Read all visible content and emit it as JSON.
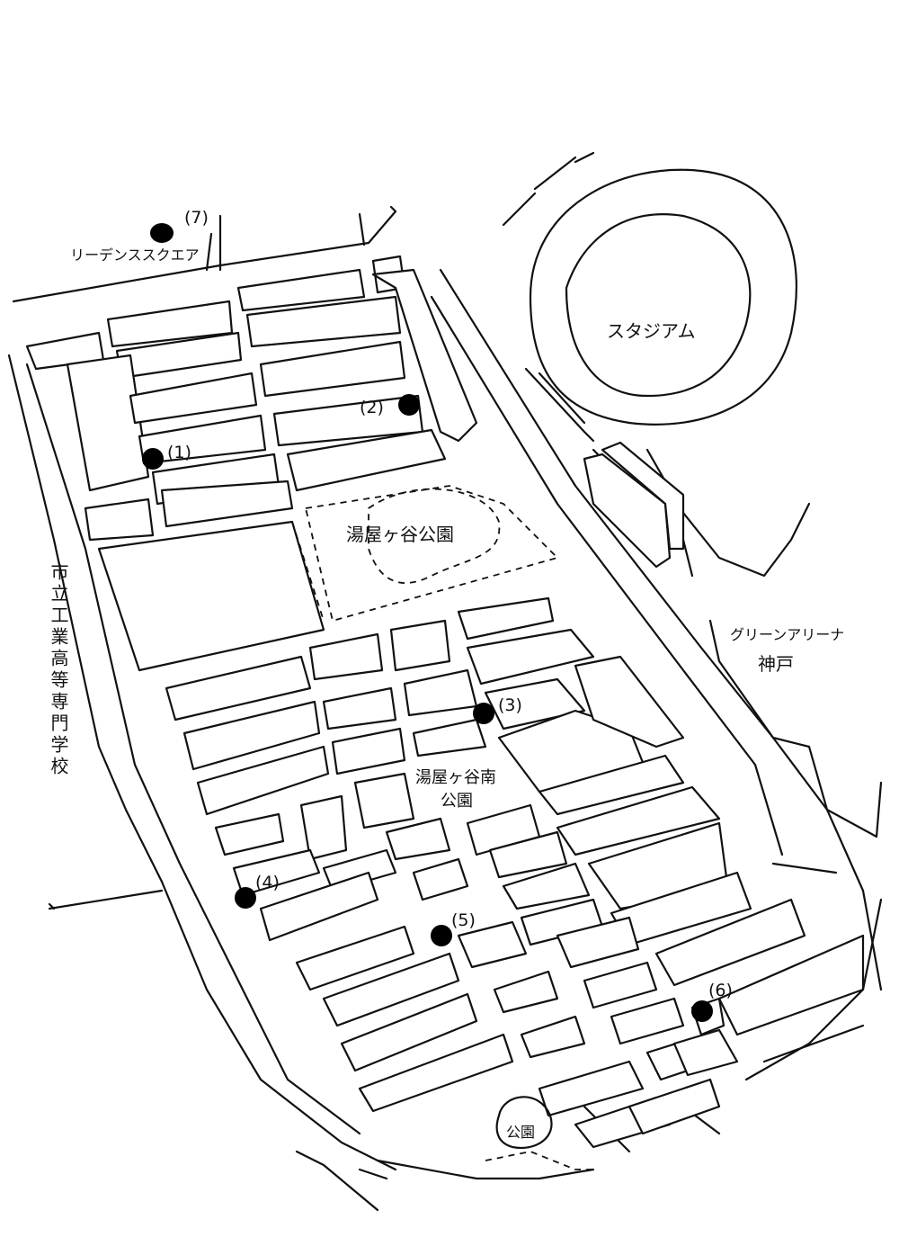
{
  "places": {
    "stadium": "スタジアム",
    "green_arena_line1": "グリーンアリーナ",
    "green_arena_line2": "神戸",
    "yuyagaya_park": "湯屋ヶ谷公園",
    "yuyagaya_south_park_line1": "湯屋ヶ谷南",
    "yuyagaya_south_park_line2": "公園",
    "small_park": "公園",
    "school": "市立工業高等専門学校",
    "residence": "リーデンススクエア"
  },
  "markers": [
    {
      "id": "1",
      "label": "(1)"
    },
    {
      "id": "2",
      "label": "(2)"
    },
    {
      "id": "3",
      "label": "(3)"
    },
    {
      "id": "4",
      "label": "(4)"
    },
    {
      "id": "5",
      "label": "(5)"
    },
    {
      "id": "6",
      "label": "(6)"
    },
    {
      "id": "7",
      "label": "(7)"
    }
  ],
  "colors": {
    "ink": "#111111",
    "marker": "#000000",
    "paper": "#ffffff"
  }
}
